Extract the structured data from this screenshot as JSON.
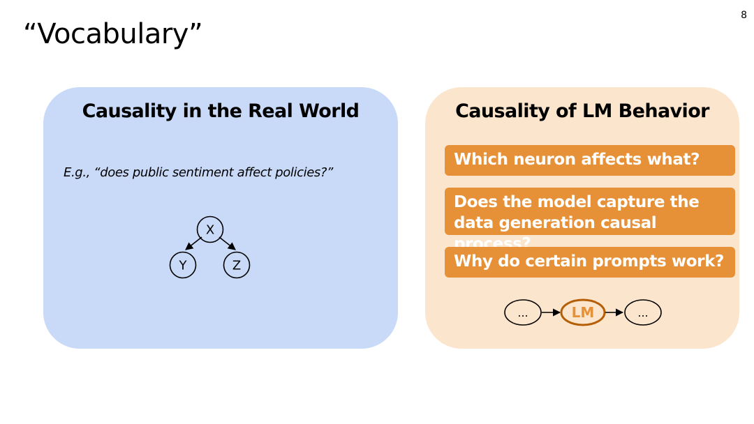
{
  "slide": {
    "page_number": "8",
    "title": "“Vocabulary”"
  },
  "left_panel": {
    "heading": "Causality in the Real World",
    "example": "E.g., “does public sentiment affect policies?”",
    "graph": {
      "root": "X",
      "children": [
        "Y",
        "Z"
      ]
    }
  },
  "right_panel": {
    "heading": "Causality of LM Behavior",
    "questions": [
      "Which neuron affects what?",
      "Does the model capture the data generation causal process?",
      "Why do certain prompts work?"
    ],
    "flow": {
      "input": "...",
      "model": "LM",
      "output": "..."
    }
  },
  "colors": {
    "left_panel_bg": "#c9daf8",
    "right_panel_bg": "#fce5cd",
    "accent_orange": "#e69138",
    "text": "#000000"
  }
}
